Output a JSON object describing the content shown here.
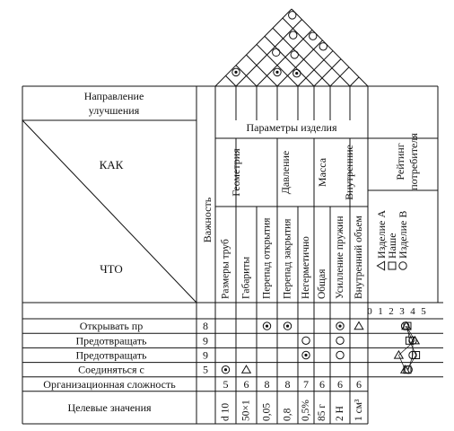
{
  "direction_label": [
    "Направление",
    "улучшения"
  ],
  "how_label": "КАК",
  "what_label": "ЧТО",
  "importance_header": "Важность",
  "params_header": "Параметры изделия",
  "rating_header": [
    "Рейтинг",
    "потребителя"
  ],
  "groups": [
    "Геометрия",
    "Давление",
    "Масса",
    "Внутренние"
  ],
  "columns": [
    "Размеры труб",
    "Габариты",
    "Перепад открытия",
    "Перепад закрытия",
    "Негерметично",
    "Общая",
    "Усилление пружин",
    "Внутренний объем"
  ],
  "legend": [
    {
      "symbol": "triangle",
      "label": "Изделие А"
    },
    {
      "symbol": "square",
      "label": "Наше"
    },
    {
      "symbol": "circle",
      "label": "Изделие В"
    }
  ],
  "rating_scale": [
    "0",
    "1",
    "2",
    "3",
    "4",
    "5"
  ],
  "rows": [
    {
      "what": "Открывать пр",
      "importance": "8",
      "cells": [
        "",
        "",
        "strong",
        "strong",
        "",
        "",
        "strong",
        "weak"
      ]
    },
    {
      "what": "Предотвращать",
      "importance": "9",
      "cells": [
        "",
        "",
        "",
        "",
        "medium",
        "",
        "medium",
        ""
      ]
    },
    {
      "what": "Предотвращать",
      "importance": "9",
      "cells": [
        "",
        "",
        "",
        "",
        "strong",
        "",
        "medium",
        ""
      ]
    },
    {
      "what": "Соединяться с",
      "importance": "5",
      "cells": [
        "strong",
        "weak",
        "",
        "",
        "",
        "",
        "",
        ""
      ]
    }
  ],
  "ratings": [
    {
      "A": 3.4,
      "B": 3.3,
      "ours": 3.5
    },
    {
      "A": 4.2,
      "B": 4.0,
      "ours": 3.7
    },
    {
      "A": 2.7,
      "B": 4.0,
      "ours": 4.3
    },
    {
      "A": 3.3,
      "B": 3.6,
      "ours": 3.5
    }
  ],
  "complexity_label": "Организационная сложность",
  "complexity": [
    "5",
    "6",
    "8",
    "8",
    "7",
    "6",
    "6",
    "6"
  ],
  "target_label": "Целевые значения",
  "targets": [
    "d 10",
    "50×1",
    "0,05",
    "0,8",
    "0,5%",
    "85 г",
    "2 Н",
    "1 см³"
  ],
  "roof": [
    {
      "a": 0,
      "b": 1,
      "sym": "strong"
    },
    {
      "a": 2,
      "b": 3,
      "sym": "strong"
    },
    {
      "a": 3,
      "b": 4,
      "sym": "strong"
    },
    {
      "a": 1,
      "b": 4,
      "sym": "medium"
    },
    {
      "a": 2,
      "b": 5,
      "sym": "medium"
    },
    {
      "a": 1,
      "b": 6,
      "sym": "medium"
    },
    {
      "a": 0,
      "b": 7,
      "sym": "medium"
    },
    {
      "a": 2,
      "b": 7,
      "sym": "medium"
    },
    {
      "a": 3,
      "b": 7,
      "sym": "medium"
    }
  ],
  "direction_markers": []
}
